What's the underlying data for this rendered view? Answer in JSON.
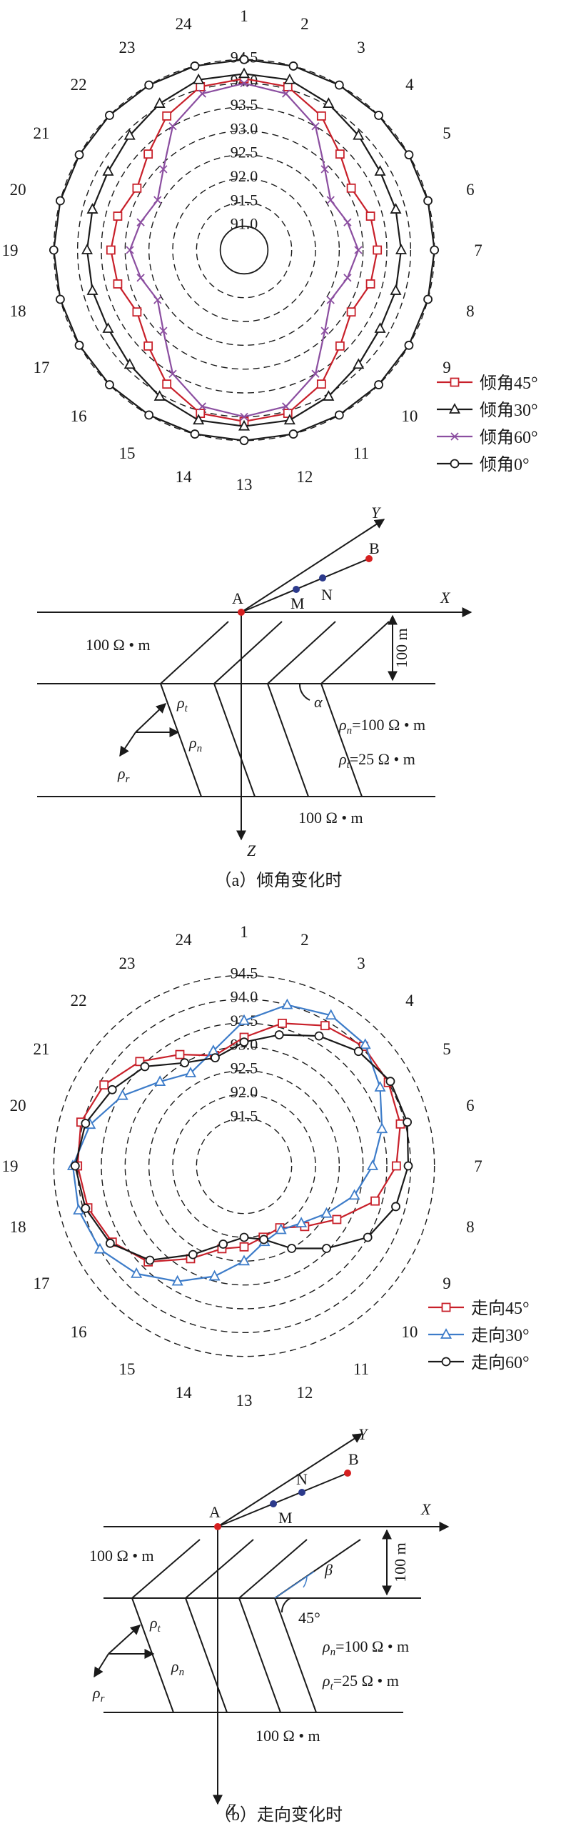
{
  "chart_data": [
    {
      "type": "polar-line",
      "rlim": [
        90.5,
        95.0
      ],
      "radial_ticks": [
        91.0,
        91.5,
        92.0,
        92.5,
        93.0,
        93.5,
        94.0,
        94.5
      ],
      "angle_labels": [
        "1",
        "2",
        "3",
        "4",
        "5",
        "6",
        "7",
        "8",
        "9",
        "10",
        "11",
        "12",
        "13",
        "14",
        "15",
        "16",
        "17",
        "18",
        "19",
        "20",
        "21",
        "22",
        "23",
        "24"
      ],
      "grid": true,
      "legend_position": "bottom-right",
      "series": [
        {
          "name": "倾角45°",
          "color": "#c8202a",
          "marker": "square",
          "values": [
            94.1,
            94.05,
            93.75,
            93.35,
            93.1,
            93.25,
            93.3,
            93.25,
            93.1,
            93.35,
            93.75,
            94.05,
            94.1,
            94.05,
            93.75,
            93.35,
            93.1,
            93.25,
            93.3,
            93.25,
            93.1,
            93.35,
            93.75,
            94.05
          ]
        },
        {
          "name": "倾角30°",
          "color": "#1a1a1a",
          "marker": "triangle",
          "values": [
            94.2,
            94.2,
            94.05,
            93.9,
            93.8,
            93.8,
            93.8,
            93.8,
            93.8,
            93.9,
            94.05,
            94.2,
            94.2,
            94.2,
            94.05,
            93.9,
            93.8,
            93.8,
            93.8,
            93.8,
            93.8,
            93.9,
            94.05,
            94.2
          ]
        },
        {
          "name": "倾角60°",
          "color": "#8b4ea0",
          "marker": "x",
          "values": [
            94.0,
            93.9,
            93.5,
            92.9,
            92.6,
            92.75,
            92.9,
            92.75,
            92.6,
            92.9,
            93.5,
            93.9,
            94.0,
            93.9,
            93.5,
            92.9,
            92.6,
            92.75,
            92.9,
            92.75,
            92.6,
            92.9,
            93.5,
            93.9
          ]
        },
        {
          "name": "倾角0°",
          "color": "#1a1a1a",
          "marker": "circle",
          "values": [
            94.5,
            94.5,
            94.5,
            94.5,
            94.5,
            94.5,
            94.5,
            94.5,
            94.5,
            94.5,
            94.5,
            94.5,
            94.5,
            94.5,
            94.5,
            94.5,
            94.5,
            94.5,
            94.5,
            94.5,
            94.5,
            94.5,
            94.5,
            94.5
          ]
        }
      ]
    },
    {
      "type": "polar-line",
      "rlim": [
        90.5,
        95.0
      ],
      "radial_ticks": [
        91.5,
        92.0,
        92.5,
        93.0,
        93.5,
        94.0,
        94.5
      ],
      "angle_labels": [
        "1",
        "2",
        "3",
        "4",
        "5",
        "6",
        "7",
        "8",
        "9",
        "10",
        "11",
        "12",
        "13",
        "14",
        "15",
        "16",
        "17",
        "18",
        "19",
        "20",
        "21",
        "22",
        "23",
        "24"
      ],
      "grid": true,
      "legend_position": "bottom-right",
      "series": [
        {
          "name": "走向45°",
          "color": "#c8202a",
          "marker": "square",
          "values": [
            93.2,
            93.6,
            93.9,
            94.05,
            94.0,
            93.9,
            93.7,
            93.35,
            92.75,
            92.3,
            92.0,
            92.05,
            92.2,
            92.3,
            92.75,
            93.35,
            93.7,
            93.9,
            94.0,
            94.05,
            93.9,
            93.6,
            93.2,
            92.9
          ]
        },
        {
          "name": "走向30°",
          "color": "#3d7cc9",
          "marker": "triangle",
          "values": [
            93.55,
            94.0,
            94.15,
            94.1,
            93.8,
            93.5,
            93.2,
            92.9,
            92.5,
            92.2,
            92.05,
            92.15,
            92.5,
            92.9,
            93.3,
            93.7,
            94.0,
            94.1,
            94.1,
            93.85,
            93.45,
            93.0,
            92.75,
            93.0
          ]
        },
        {
          "name": "走向60°",
          "color": "#1a1a1a",
          "marker": "circle",
          "values": [
            93.1,
            93.35,
            93.65,
            93.9,
            94.05,
            94.05,
            93.95,
            93.8,
            93.5,
            92.95,
            92.5,
            92.1,
            92.0,
            92.2,
            92.65,
            93.3,
            93.75,
            93.95,
            94.05,
            93.95,
            93.7,
            93.45,
            93.0,
            92.85
          ]
        }
      ]
    }
  ],
  "captions": {
    "a": "（a）倾角变化时",
    "b": "（b）走向变化时"
  },
  "model": {
    "label_top": "100 Ω • m",
    "label_bottom": "100 Ω • m",
    "rho_n_eq": "=100 Ω • m",
    "rho_t_eq": "=25 Ω • m",
    "depth": "100 m",
    "axis_x": "X",
    "axis_y": "Y",
    "axis_z": "Z",
    "pt_a": "A",
    "pt_m": "M",
    "pt_n": "N",
    "pt_b": "B",
    "sym_rho": "ρ",
    "sub_t": "t",
    "sub_n": "n",
    "sub_r": "r",
    "alpha": "α",
    "beta": "β",
    "angle_45": "45°"
  }
}
